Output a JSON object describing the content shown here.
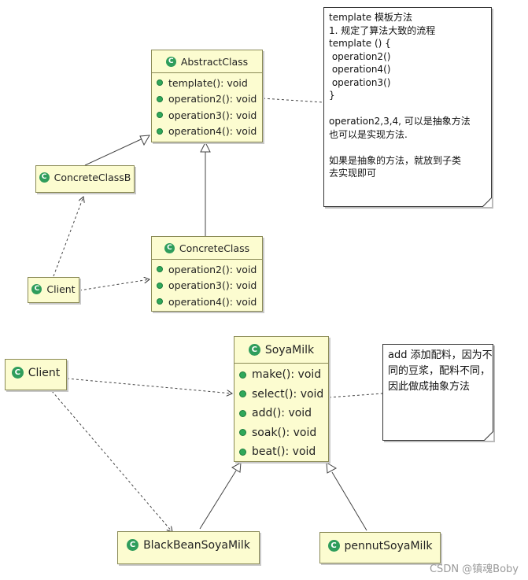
{
  "top": {
    "abstract_class": {
      "name": "AbstractClass",
      "ops": [
        "template(): void",
        "operation2(): void",
        "operation3(): void",
        "operation4(): void"
      ]
    },
    "concrete_b": {
      "name": "ConcreteClassB"
    },
    "concrete": {
      "name": "ConcreteClass",
      "ops": [
        "operation2(): void",
        "operation3(): void",
        "operation4(): void"
      ]
    },
    "client": {
      "name": "Client"
    },
    "note_lines": [
      "template 模板方法",
      "1. 规定了算法大致的流程",
      "template () {",
      " operation2()",
      " operation4()",
      " operation3()",
      "}",
      "",
      "operation2,3,4, 可以是抽象方法",
      "也可以是实现方法.",
      "",
      "如果是抽象的方法，就放到子类",
      "去实现即可"
    ]
  },
  "bottom": {
    "soya": {
      "name": "SoyaMilk",
      "ops": [
        "make(): void",
        "select(): void",
        "add(): void",
        "soak(): void",
        "beat(): void"
      ]
    },
    "client": {
      "name": "Client"
    },
    "black": {
      "name": "BlackBeanSoyaMilk"
    },
    "pennut": {
      "name": "pennutSoyaMilk"
    },
    "note_lines": [
      "add 添加配料，因为不",
      "同的豆浆，配料不同，",
      "因此做成抽象方法"
    ]
  },
  "class_icon_letter": "C",
  "watermark": "CSDN @镇魂Boby"
}
